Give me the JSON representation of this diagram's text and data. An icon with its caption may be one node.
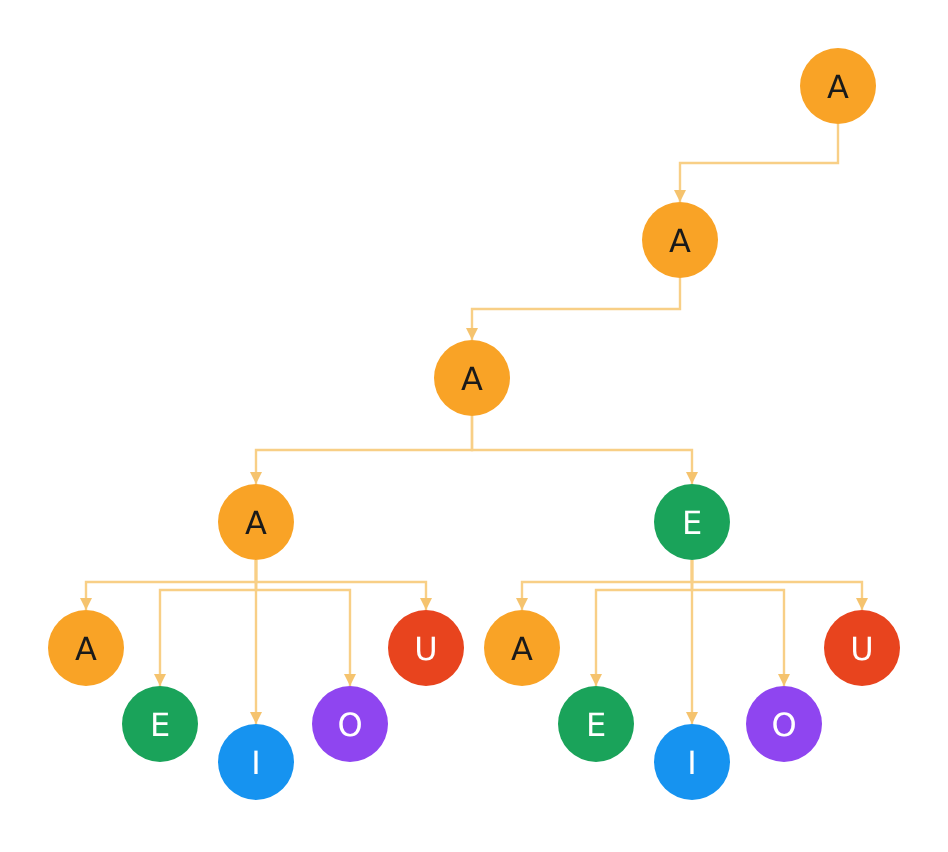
{
  "diagram": {
    "nodes": [
      {
        "text": [
          "A"
        ]
      },
      {
        "text": [
          "A"
        ]
      },
      {
        "text": [
          "A"
        ]
      },
      {
        "text": [
          "A"
        ]
      },
      {
        "text": [
          "E"
        ]
      },
      {
        "text": [
          "A"
        ]
      },
      {
        "text": [
          "E"
        ]
      },
      {
        "text": [
          "I"
        ]
      },
      {
        "text": [
          "O"
        ]
      },
      {
        "text": [
          "U"
        ]
      },
      {
        "text": [
          "A"
        ]
      },
      {
        "text": [
          "E"
        ]
      },
      {
        "text": [
          "I"
        ]
      },
      {
        "text": [
          "O"
        ]
      },
      {
        "text": [
          "U"
        ]
      }
    ],
    "edges": [
      {
        "from": 0,
        "to": 1,
        "arrow": "to"
      },
      {
        "from": 1,
        "to": 2,
        "arrow": "to"
      },
      {
        "from": 2,
        "to": 3,
        "arrow": "to"
      },
      {
        "from": 2,
        "to": 4,
        "arrow": "to"
      },
      {
        "from": 3,
        "to": 5,
        "arrow": "to"
      },
      {
        "from": 3,
        "to": 6,
        "arrow": "to"
      },
      {
        "from": 3,
        "to": 7,
        "arrow": "to"
      },
      {
        "from": 3,
        "to": 8,
        "arrow": "to"
      },
      {
        "from": 3,
        "to": 9,
        "arrow": "to"
      },
      {
        "from": 4,
        "to": 10,
        "arrow": "to"
      },
      {
        "from": 4,
        "to": 11,
        "arrow": "to"
      },
      {
        "from": 4,
        "to": 12,
        "arrow": "to"
      },
      {
        "from": 4,
        "to": 13,
        "arrow": "to"
      },
      {
        "from": 4,
        "to": 14,
        "arrow": "to"
      }
    ]
  }
}
